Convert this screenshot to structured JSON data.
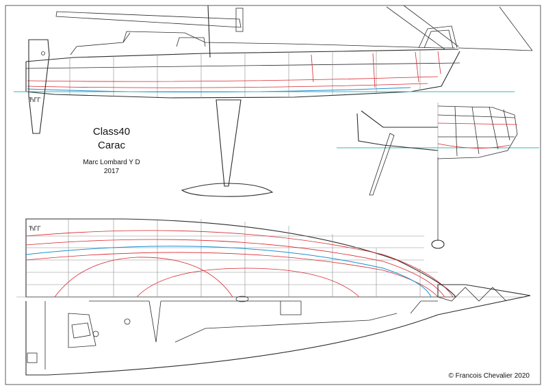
{
  "title": {
    "class": "Class40",
    "name": "Carac",
    "designer": "Marc Lombard Y D",
    "year": "2017"
  },
  "copyright": "© Francois Chevalier 2020",
  "colors": {
    "outline": "#2a2a2a",
    "sections_red": "#d9222a",
    "waterline_teal": "#38b6b4",
    "diagonal_blue": "#1a8fd0",
    "grid": "#8c8c8c"
  },
  "views": [
    "profile",
    "body-plan",
    "half-breadth-and-deck"
  ]
}
